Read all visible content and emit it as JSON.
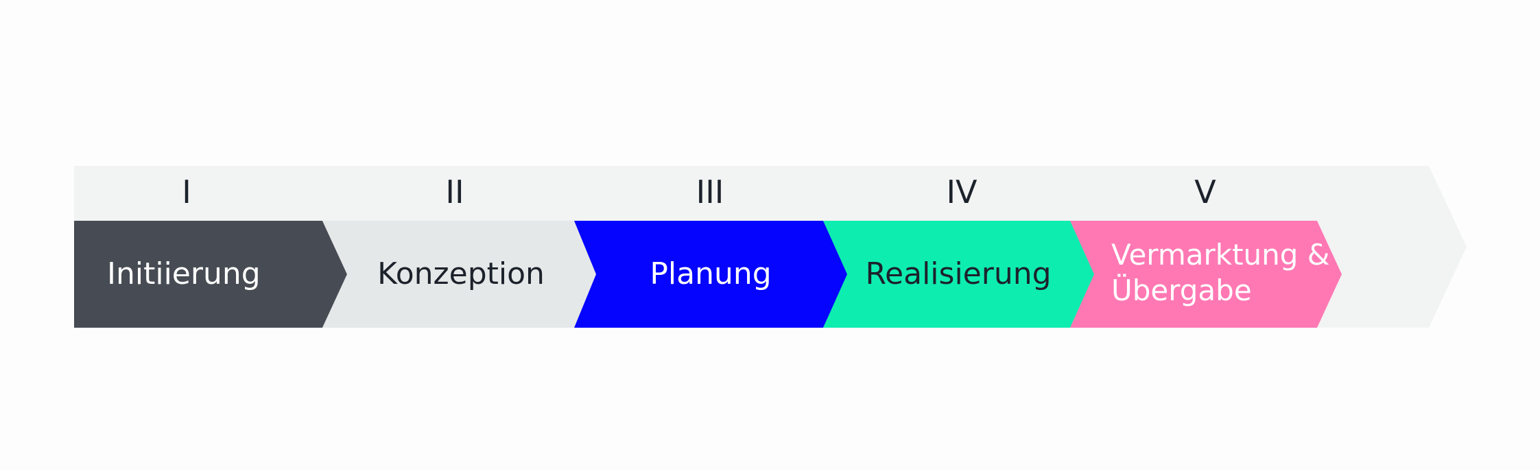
{
  "colors": {
    "page_background": "#fdfdfd",
    "track_background": "#f2f3f3",
    "numeral_text": "#1c222b"
  },
  "phases": [
    {
      "id": "initiierung",
      "numeral": "I",
      "label_lines": [
        "Initiierung"
      ],
      "fill": "#474c54",
      "text_color": "#ffffff"
    },
    {
      "id": "konzeption",
      "numeral": "II",
      "label_lines": [
        "Konzeption"
      ],
      "fill": "#e5e8e8",
      "text_color": "#1c222b"
    },
    {
      "id": "planung",
      "numeral": "III",
      "label_lines": [
        "Planung"
      ],
      "fill": "#0404ff",
      "text_color": "#ffffff"
    },
    {
      "id": "realisierung",
      "numeral": "IV",
      "label_lines": [
        "Realisierung"
      ],
      "fill": "#0eedb0",
      "text_color": "#1c222b"
    },
    {
      "id": "vermarktung-uebergabe",
      "numeral": "V",
      "label_lines": [
        "Vermarktung &",
        "Übergabe"
      ],
      "fill": "#ff78b3",
      "text_color": "#ffffff"
    }
  ]
}
